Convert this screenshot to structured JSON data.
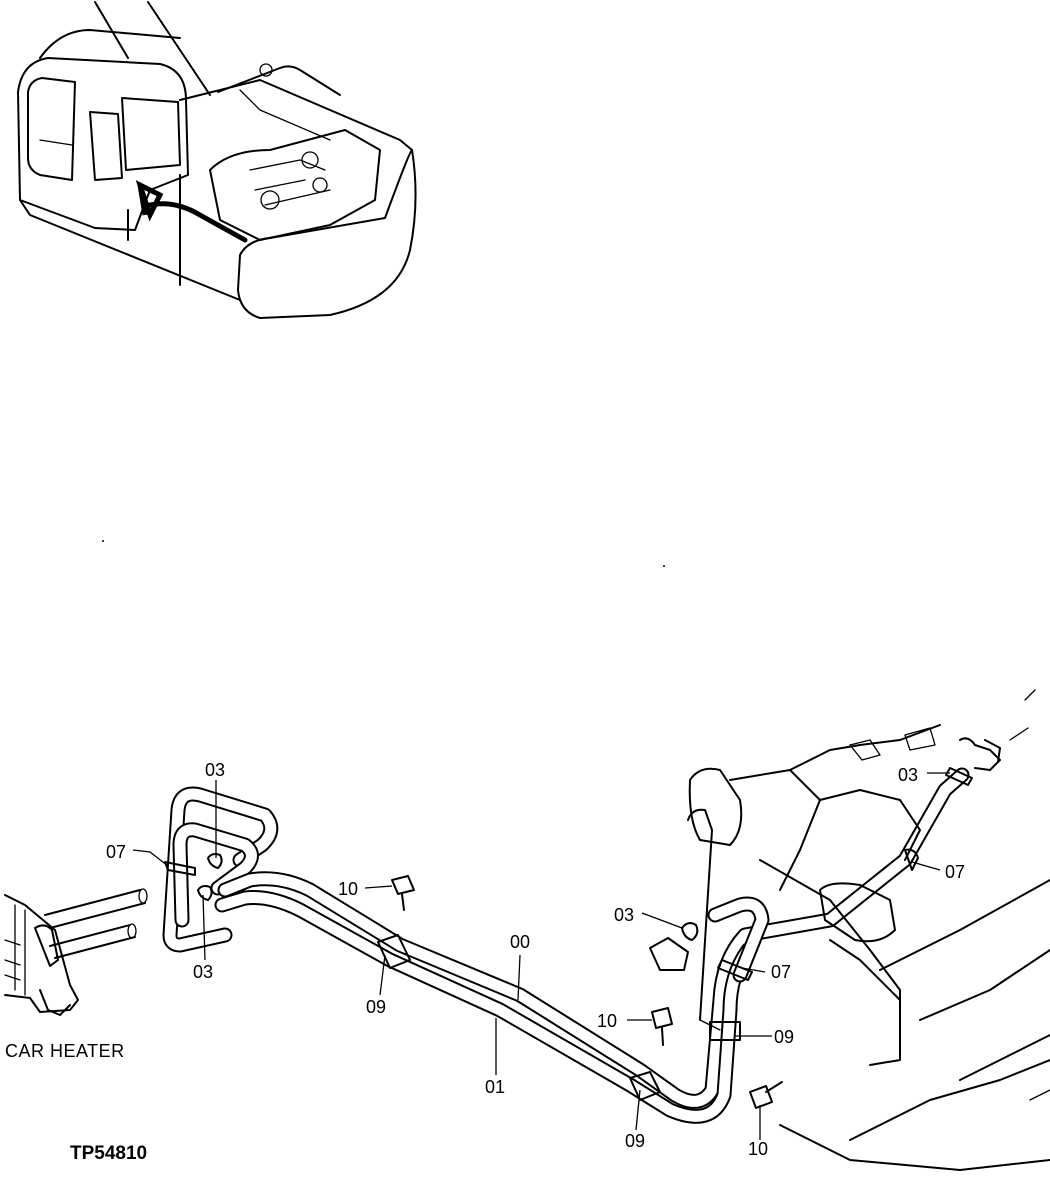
{
  "figure_id": "TP54810",
  "caption": "CAR HEATER",
  "callouts": {
    "c03_top": "03",
    "c03_bottom": "03",
    "c07_left": "07",
    "c10_top": "10",
    "c09_left": "09",
    "c00": "00",
    "c01": "01",
    "c03_right_top": "03",
    "c07_right_top": "07",
    "c03_mid": "03",
    "c07_mid": "07",
    "c10_mid": "10",
    "c09_right": "09",
    "c09_bottom": "09",
    "c10_bottom": "10"
  }
}
